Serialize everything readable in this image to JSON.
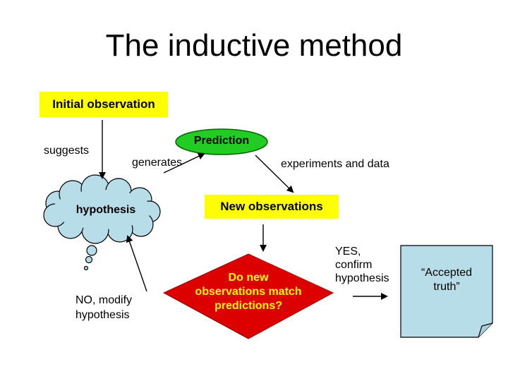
{
  "title": "The inductive method",
  "nodes": {
    "initial_observation": "Initial observation",
    "prediction": "Prediction",
    "hypothesis": "hypothesis",
    "new_observations": "New observations",
    "decision": [
      "Do new",
      "observations match",
      "predictions?"
    ],
    "accepted_truth": [
      "“Accepted",
      "truth”"
    ]
  },
  "edges": {
    "suggests": "suggests",
    "generates": "generates",
    "experiments": "experiments and data",
    "no_modify": [
      "NO, modify",
      "hypothesis"
    ],
    "yes_confirm": [
      "YES,",
      "confirm",
      "hypothesis"
    ]
  },
  "colors": {
    "yellow": "#ffff00",
    "green": "#22cc22",
    "cloud": "#b7dde8",
    "diamond": "#dd0000",
    "decision_text": "#ffff00",
    "note": "#b7dde8"
  }
}
